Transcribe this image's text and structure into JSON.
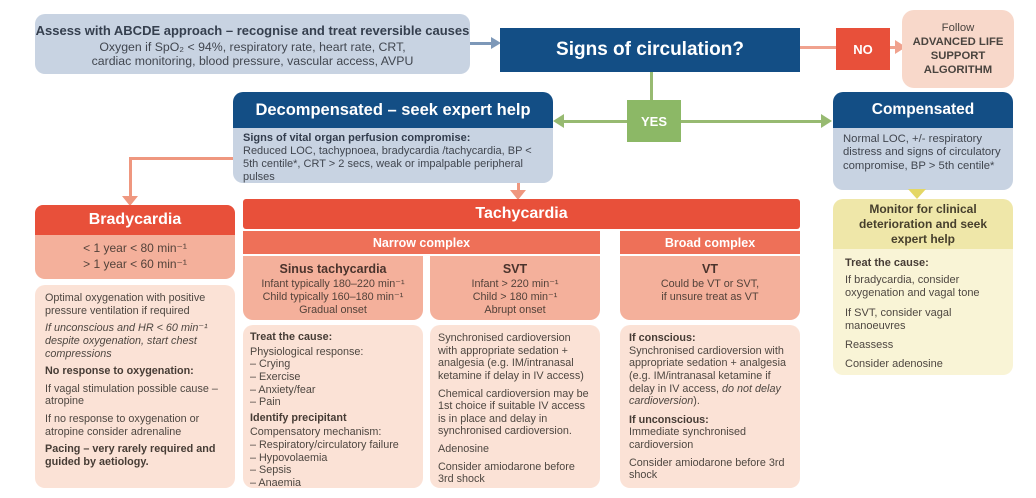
{
  "colors": {
    "navy": "#134e85",
    "light_blue": "#c8d3e2",
    "red": "#e8503a",
    "mid_red": "#ee7058",
    "salmon": "#f4b09b",
    "light_pink": "#fbe2d6",
    "green": "#8cb866",
    "green_arrow": "#97ba71",
    "salmon_arrow": "#ef977f",
    "steel_arrow": "#7d98b8",
    "yellow_header": "#efe7a9",
    "yellow_body": "#f9f4d6",
    "als_pink": "#f8d8ca"
  },
  "assess": {
    "title": "Assess with ABCDE approach – recognise and treat reversible causes",
    "line1": "Oxygen if SpO₂ < 94%, respiratory rate, heart rate, CRT,",
    "line2": "cardiac monitoring, blood pressure, vascular access, AVPU"
  },
  "circulation": {
    "question": "Signs of circulation?",
    "no_label": "NO",
    "yes_label": "YES"
  },
  "als": {
    "line1": "Follow",
    "line2": "ADVANCED LIFE SUPPORT ALGORITHM"
  },
  "decompensated": {
    "header": "Decompensated – seek expert help",
    "signs_label": "Signs of vital organ perfusion compromise:",
    "signs_text": "Reduced LOC, tachypnoea, bradycardia /tachycardia, BP < 5th centile*, CRT > 2 secs, weak or impalpable peripheral pulses"
  },
  "compensated": {
    "header": "Compensated",
    "text": "Normal LOC, +/- respiratory distress and signs of circulatory compromise, BP > 5th centile*"
  },
  "bradycardia": {
    "header": "Bradycardia",
    "criteria": [
      "< 1 year < 80 min⁻¹",
      "> 1 year < 60 min⁻¹"
    ],
    "p1": "Optimal oxygenation with positive pressure ventilation if required",
    "p2_italic": "If unconscious and HR < 60 min⁻¹ despite oxygenation, start chest compressions",
    "p3_bold": "No response to oxygenation:",
    "p4": "If vagal stimulation possible cause – atropine",
    "p5": "If no response to oxygenation or atropine consider adrenaline",
    "p6_bold": "Pacing – very rarely required and guided by aetiology."
  },
  "tachycardia": {
    "header": "Tachycardia",
    "narrow_label": "Narrow complex",
    "broad_label": "Broad complex",
    "sinus": {
      "title": "Sinus tachycardia",
      "lines": [
        "Infant typically 180–220 min⁻¹",
        "Child typically 160–180 min⁻¹",
        "Gradual onset"
      ],
      "treat_label": "Treat the cause:",
      "physio_label": "Physiological response:",
      "physio_items": [
        "– Crying",
        "– Exercise",
        "– Anxiety/fear",
        "– Pain"
      ],
      "identify_label": "Identify precipitant",
      "comp_label": "Compensatory mechanism:",
      "comp_items": [
        "– Respiratory/circulatory failure",
        "– Hypovolaemia",
        "– Sepsis",
        "– Anaemia"
      ]
    },
    "svt": {
      "title": "SVT",
      "lines": [
        "Infant > 220 min⁻¹",
        "Child > 180 min⁻¹",
        "Abrupt onset"
      ],
      "p1": "Synchronised cardioversion with appropriate sedation + analgesia (e.g. IM/intranasal ketamine if delay in IV access)",
      "p2": "Chemical cardioversion may be 1st choice if suitable IV access is in place and delay in synchronised cardioversion.",
      "p3": "Adenosine",
      "p4": "Consider amiodarone before 3rd shock"
    },
    "vt": {
      "title": "VT",
      "lines": [
        "Could be VT or SVT,",
        "if unsure treat as VT"
      ],
      "conscious_label": "If conscious:",
      "conscious_text": "Synchronised cardioversion with appropriate sedation + analgesia (e.g. IM/intranasal ketamine if delay in IV access, ",
      "conscious_italic": "do not delay cardioversion",
      "conscious_end": ").",
      "unconscious_label": "If unconscious:",
      "unconscious_text": "Immediate synchronised cardioversion",
      "p_last": "Consider amiodarone before 3rd shock"
    }
  },
  "monitor": {
    "header": "Monitor for clinical deterioration and seek expert help",
    "treat_label": "Treat the cause:",
    "items": [
      "If bradycardia, consider oxygenation and vagal tone",
      "If SVT, consider vagal manoeuvres",
      "Reassess",
      "Consider adenosine"
    ]
  }
}
